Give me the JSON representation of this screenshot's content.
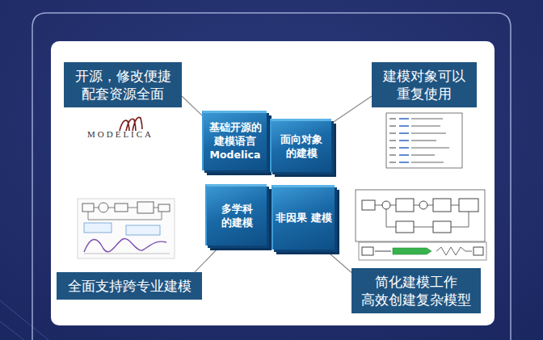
{
  "diagram": {
    "nodes": [
      {
        "text": [
          "开源，修改便捷 配套资源全面"
        ]
      },
      {
        "text": [
          "建模对象可以 重复使用"
        ]
      },
      {
        "text": [
          "基础开源的 建模语言 Modelica"
        ]
      },
      {
        "text": [
          "面向对象 的建模"
        ]
      },
      {
        "text": [
          "多学科 的建模"
        ]
      },
      {
        "text": [
          "非因果 建模"
        ]
      },
      {
        "text": [
          "全面支持跨专业建模"
        ]
      },
      {
        "text": [
          "简化建模工作 高效创建复杂模型"
        ]
      }
    ],
    "edges": [
      {
        "from": 0,
        "to": 2,
        "arrow": "none"
      },
      {
        "from": 1,
        "to": 3,
        "arrow": "none"
      },
      {
        "from": 6,
        "to": 4,
        "arrow": "none"
      },
      {
        "from": 7,
        "to": 5,
        "arrow": "none"
      }
    ],
    "labels": [
      "MODELICA"
    ]
  }
}
